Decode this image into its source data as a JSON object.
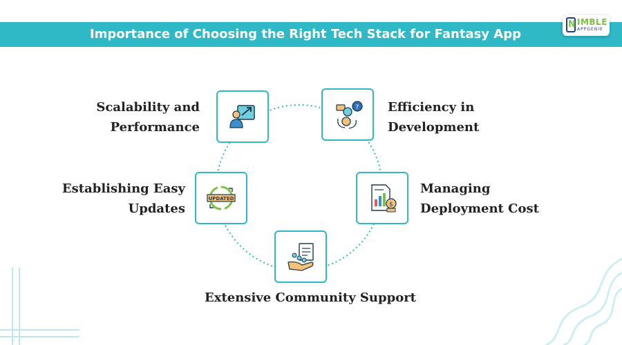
{
  "banner": {
    "title": "Importance of Choosing the Right Tech Stack for Fantasy App"
  },
  "logo": {
    "letter": "N",
    "word": "IMBLE",
    "sub": "APPGENIE"
  },
  "colors": {
    "accent": "#2fb8c6",
    "text": "#222222",
    "logo_green": "#7cc242",
    "logo_blue": "#1d3d8f"
  },
  "diagram": {
    "items": [
      {
        "icon": "presentation-growth-icon",
        "lines": [
          "Scalability and",
          "Performance"
        ]
      },
      {
        "icon": "development-gears-icon",
        "lines": [
          "Efficiency in",
          "Development"
        ]
      },
      {
        "icon": "cost-report-icon",
        "lines": [
          "Managing",
          "Deployment Cost"
        ]
      },
      {
        "icon": "community-support-icon",
        "lines": [
          "Extensive Community Support"
        ]
      },
      {
        "icon": "updated-stamp-icon",
        "lines": [
          "Establishing Easy",
          "Updates"
        ],
        "badge_text": "UPDATED"
      }
    ]
  }
}
